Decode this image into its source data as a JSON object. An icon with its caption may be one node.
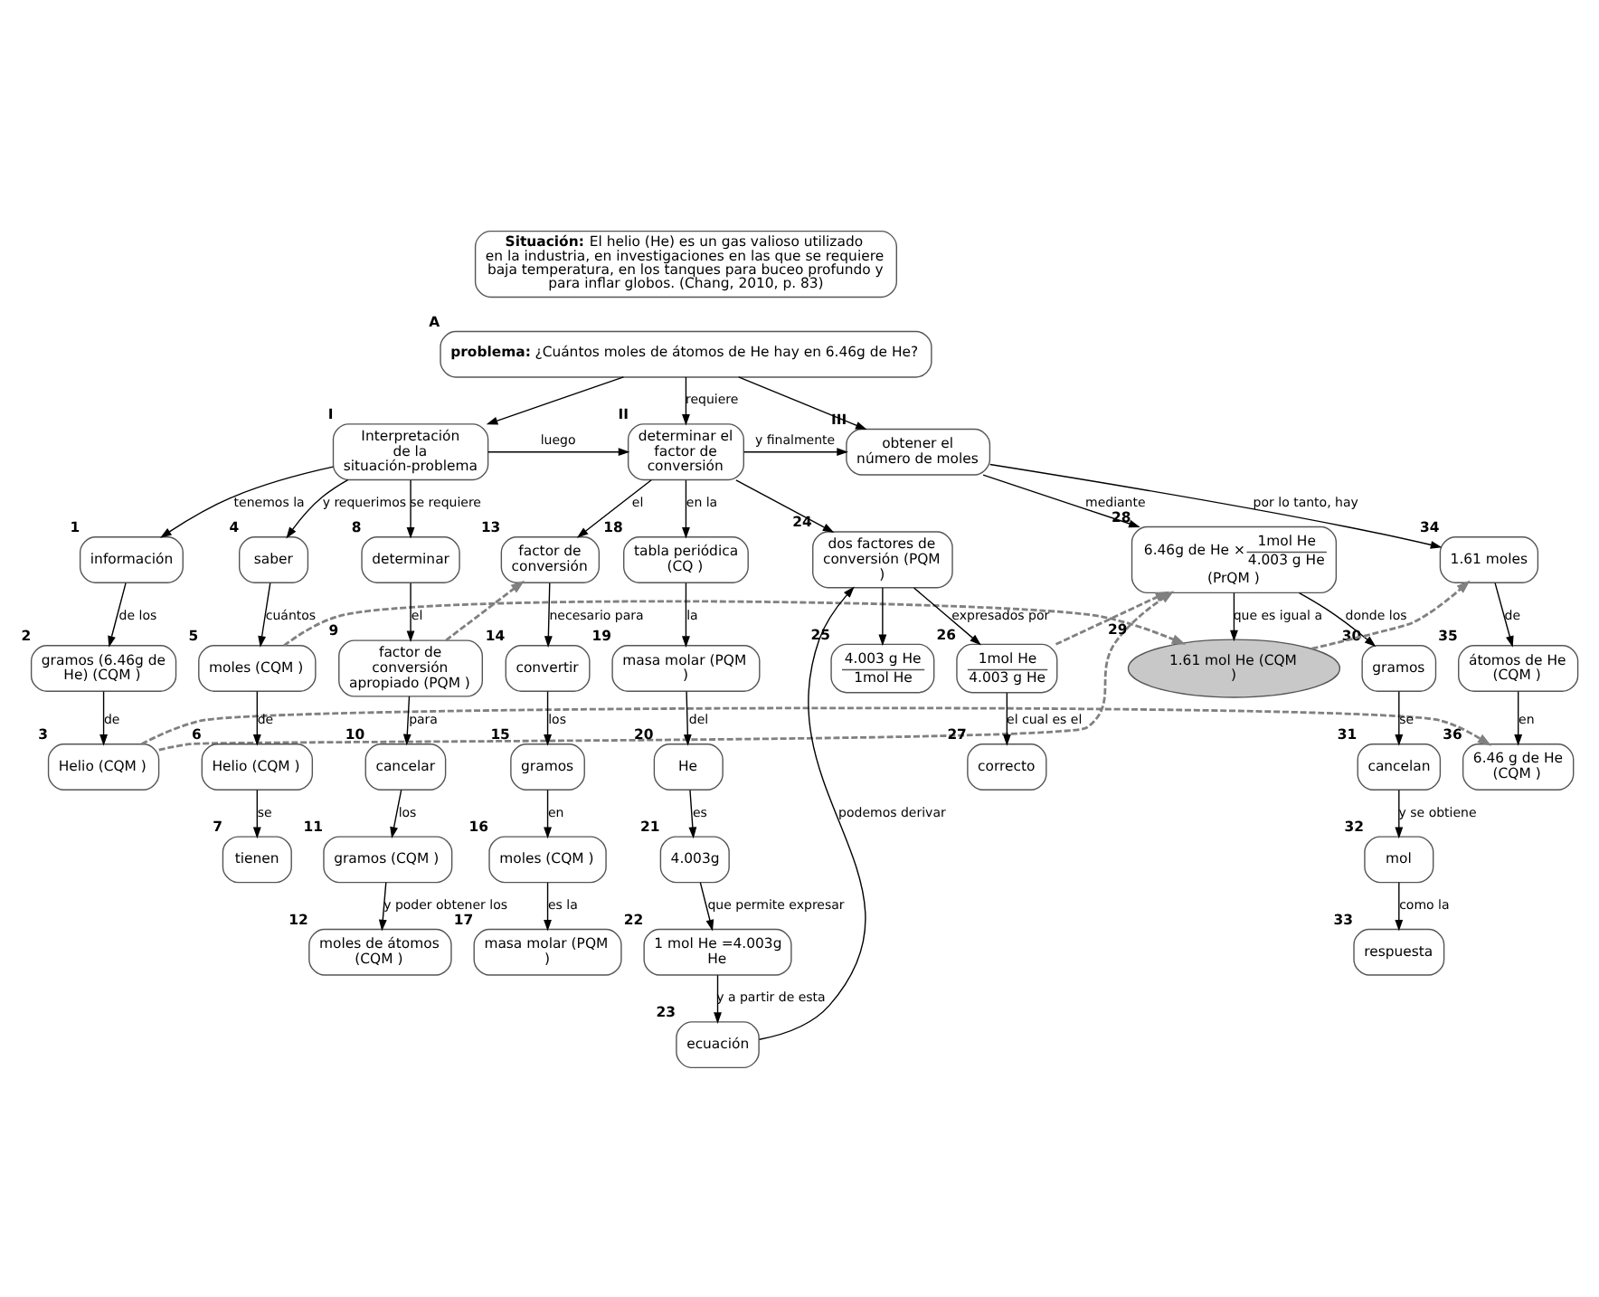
{
  "diagram": {
    "nodes": [
      {
        "text": [
          "**Situación:** El helio (He) es un gas valioso utilizado en la industria, en investigaciones en las que se requiere baja temperatura, en los tanques para buceo profundo y para inflar globos. (Chang, 2010, p. 83)"
        ]
      },
      {
        "text": [
          "**problema:** ¿Cuántos moles de átomos de He hay en 6.46g de He?"
        ],
        "beside": [
          "A"
        ]
      },
      {
        "text": [
          "Interpretación de la situación-problema"
        ],
        "beside": [
          "I"
        ]
      },
      {
        "text": [
          "determinar el factor de conversión"
        ],
        "beside": [
          "II"
        ]
      },
      {
        "text": [
          "obtener el número de moles"
        ],
        "beside": [
          "III"
        ]
      },
      {
        "text": [
          "información"
        ],
        "beside": [
          "1"
        ]
      },
      {
        "text": [
          "gramos (6.46g de He) (CQM )"
        ],
        "beside": [
          "2"
        ]
      },
      {
        "text": [
          "Helio (CQM )"
        ],
        "beside": [
          "3"
        ]
      },
      {
        "text": [
          "saber"
        ],
        "beside": [
          "4"
        ]
      },
      {
        "text": [
          "moles (CQM )"
        ],
        "beside": [
          "5"
        ]
      },
      {
        "text": [
          "Helio (CQM )"
        ],
        "beside": [
          "6"
        ]
      },
      {
        "text": [
          "tienen"
        ],
        "beside": [
          "7"
        ]
      },
      {
        "text": [
          "determinar"
        ],
        "beside": [
          "8"
        ]
      },
      {
        "text": [
          "factor de conversión apropiado (PQM )"
        ],
        "beside": [
          "9"
        ]
      },
      {
        "text": [
          "cancelar"
        ],
        "beside": [
          "10"
        ]
      },
      {
        "text": [
          "gramos (CQM )"
        ],
        "beside": [
          "11"
        ]
      },
      {
        "text": [
          "moles de átomos (CQM )"
        ],
        "beside": [
          "12"
        ]
      },
      {
        "text": [
          "factor de conversión"
        ],
        "beside": [
          "13"
        ]
      },
      {
        "text": [
          "convertir"
        ],
        "beside": [
          "14"
        ]
      },
      {
        "text": [
          "gramos"
        ],
        "beside": [
          "15"
        ]
      },
      {
        "text": [
          "moles (CQM )"
        ],
        "beside": [
          "16"
        ]
      },
      {
        "text": [
          "masa molar (PQM )"
        ],
        "beside": [
          "17"
        ]
      },
      {
        "text": [
          "tabla periódica (CQ )"
        ],
        "beside": [
          "18"
        ]
      },
      {
        "text": [
          "masa molar (PQM )"
        ],
        "beside": [
          "19"
        ]
      },
      {
        "text": [
          "He"
        ],
        "beside": [
          "20"
        ]
      },
      {
        "text": [
          "4.003g"
        ],
        "beside": [
          "21"
        ]
      },
      {
        "text": [
          "1 mol He =4.003g He"
        ],
        "beside": [
          "22"
        ]
      },
      {
        "text": [
          "ecuación"
        ],
        "beside": [
          "23"
        ]
      },
      {
        "text": [
          "dos factores de conversión (PQM )"
        ],
        "beside": [
          "24"
        ]
      },
      {
        "text": [
          "4.003 g He",
          "1mol He"
        ],
        "beside": [
          "25"
        ]
      },
      {
        "text": [
          "1mol He",
          "4.003 g He"
        ],
        "beside": [
          "26"
        ]
      },
      {
        "text": [
          "correcto"
        ],
        "beside": [
          "27"
        ]
      },
      {
        "text": [
          "6.46g de He ×",
          "1mol He",
          "4.003 g He",
          "(PrQM )"
        ],
        "beside": [
          "28"
        ]
      },
      {
        "text": [
          "1.61 mol He (CQM )"
        ],
        "beside": [
          "29"
        ]
      },
      {
        "text": [
          "gramos"
        ],
        "beside": [
          "30"
        ]
      },
      {
        "text": [
          "cancelan"
        ],
        "beside": [
          "31"
        ]
      },
      {
        "text": [
          "mol"
        ],
        "beside": [
          "32"
        ]
      },
      {
        "text": [
          "respuesta"
        ],
        "beside": [
          "33"
        ]
      },
      {
        "text": [
          "1.61 moles"
        ],
        "beside": [
          "34"
        ]
      },
      {
        "text": [
          "átomos de He (CQM )"
        ],
        "beside": [
          "35"
        ]
      },
      {
        "text": [
          "6.46 g de He (CQM )"
        ],
        "beside": [
          "36"
        ]
      }
    ],
    "edges": [
      {
        "from": 1,
        "to": 2,
        "arrow": "to"
      },
      {
        "from": 1,
        "to": 3,
        "arrow": "to",
        "label": "requiere"
      },
      {
        "from": 1,
        "to": 4,
        "arrow": "to"
      },
      {
        "from": 2,
        "to": 3,
        "arrow": "to",
        "label": "luego"
      },
      {
        "from": 3,
        "to": 4,
        "arrow": "to",
        "label": "y finalmente"
      },
      {
        "from": 2,
        "to": 5,
        "arrow": "to",
        "label": "tenemos la"
      },
      {
        "from": 2,
        "to": 8,
        "arrow": "to",
        "label": "y requerimos"
      },
      {
        "from": 2,
        "to": 12,
        "arrow": "to",
        "label": "se requiere"
      },
      {
        "from": 5,
        "to": 6,
        "arrow": "to",
        "label": "de los"
      },
      {
        "from": 6,
        "to": 7,
        "arrow": "to",
        "label": "de"
      },
      {
        "from": 8,
        "to": 9,
        "arrow": "to",
        "label": "cuántos"
      },
      {
        "from": 9,
        "to": 10,
        "arrow": "to",
        "label": "de"
      },
      {
        "from": 10,
        "to": 11,
        "arrow": "to",
        "label": "se"
      },
      {
        "from": 12,
        "to": 13,
        "arrow": "to",
        "label": "el"
      },
      {
        "from": 13,
        "to": 14,
        "arrow": "to",
        "label": "para"
      },
      {
        "from": 14,
        "to": 15,
        "arrow": "to",
        "label": "los"
      },
      {
        "from": 15,
        "to": 16,
        "arrow": "to",
        "label": "y poder obtener los"
      },
      {
        "from": 3,
        "to": 17,
        "arrow": "to",
        "label": "el"
      },
      {
        "from": 3,
        "to": 22,
        "arrow": "to",
        "label": "en la"
      },
      {
        "from": 3,
        "to": 28,
        "arrow": "to"
      },
      {
        "from": 17,
        "to": 18,
        "arrow": "to",
        "label": "necesario para"
      },
      {
        "from": 18,
        "to": 19,
        "arrow": "to",
        "label": "los"
      },
      {
        "from": 19,
        "to": 20,
        "arrow": "to",
        "label": "en"
      },
      {
        "from": 20,
        "to": 21,
        "arrow": "to",
        "label": "es la"
      },
      {
        "from": 22,
        "to": 23,
        "arrow": "to",
        "label": "la"
      },
      {
        "from": 23,
        "to": 24,
        "arrow": "to",
        "label": "del"
      },
      {
        "from": 24,
        "to": 25,
        "arrow": "to",
        "label": "es"
      },
      {
        "from": 25,
        "to": 26,
        "arrow": "to",
        "label": "que permite expresar"
      },
      {
        "from": 26,
        "to": 27,
        "arrow": "to",
        "label": "y a partir de esta"
      },
      {
        "from": 27,
        "to": 28,
        "arrow": "to",
        "label": "podemos derivar"
      },
      {
        "from": 28,
        "to": 29,
        "arrow": "to"
      },
      {
        "from": 28,
        "to": 30,
        "arrow": "to",
        "label": "expresados por"
      },
      {
        "from": 30,
        "to": 31,
        "arrow": "to",
        "label": "el cual es el"
      },
      {
        "from": 4,
        "to": 32,
        "arrow": "to",
        "label": "mediante"
      },
      {
        "from": 32,
        "to": 33,
        "arrow": "to",
        "label": "que es igual a"
      },
      {
        "from": 32,
        "to": 34,
        "arrow": "to",
        "label": "donde los"
      },
      {
        "from": 34,
        "to": 35,
        "arrow": "to",
        "label": "se"
      },
      {
        "from": 35,
        "to": 36,
        "arrow": "to",
        "label": "y se obtiene"
      },
      {
        "from": 36,
        "to": 37,
        "arrow": "to",
        "label": "como la"
      },
      {
        "from": 4,
        "to": 38,
        "arrow": "to",
        "label": "por lo tanto, hay"
      },
      {
        "from": 38,
        "to": 39,
        "arrow": "to",
        "label": "de"
      },
      {
        "from": 39,
        "to": 40,
        "arrow": "to",
        "label": "en"
      },
      {
        "from": 13,
        "to": 17,
        "arrow": "to",
        "style": "dashed",
        "color": "#808080"
      },
      {
        "from": 7,
        "to": 32,
        "arrow": "to",
        "style": "dashed",
        "color": "#808080"
      },
      {
        "from": 30,
        "to": 32,
        "arrow": "to",
        "style": "dashed",
        "color": "#808080"
      },
      {
        "from": 9,
        "to": 33,
        "arrow": "to",
        "style": "dashed",
        "color": "#808080"
      },
      {
        "from": 7,
        "to": 40,
        "arrow": "to",
        "style": "dashed",
        "color": "#808080"
      },
      {
        "from": 33,
        "to": 38,
        "arrow": "to",
        "style": "dashed",
        "color": "#808080"
      }
    ]
  }
}
